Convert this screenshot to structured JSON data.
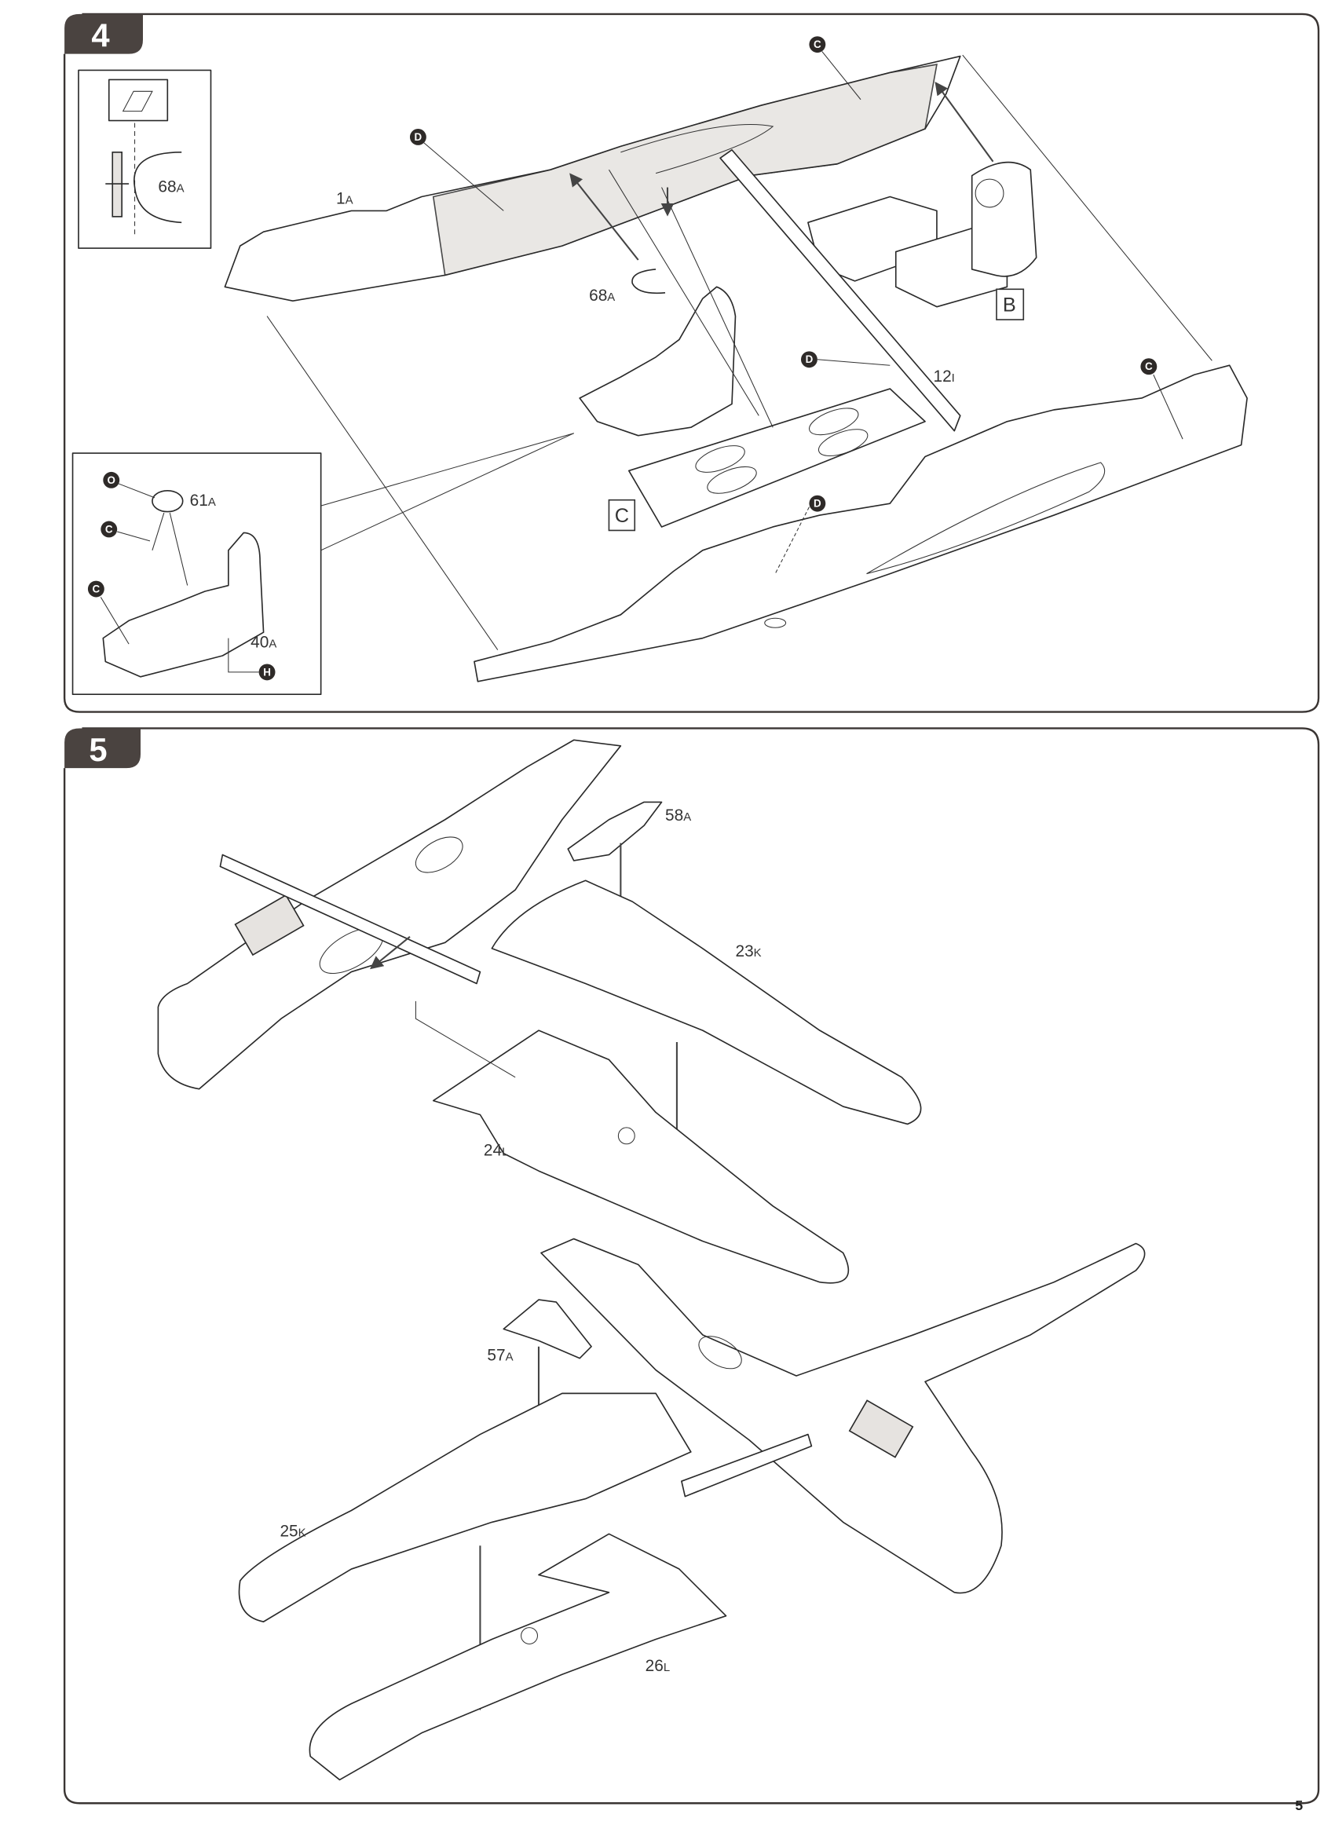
{
  "page_number": "5",
  "steps": [
    {
      "number": "4",
      "labels": {
        "part_1": "1",
        "part_1_sub": "A",
        "part_68_inset": "68",
        "part_68_inset_sub": "A",
        "part_68": "68",
        "part_68_sub": "A",
        "part_12": "12",
        "part_12_sub": "I",
        "subassembly_b": "B",
        "subassembly_c": "C",
        "part_61": "61",
        "part_61_sub": "A",
        "part_40": "40",
        "part_40_sub": "A"
      },
      "paint_callouts": [
        "D",
        "C",
        "D",
        "C",
        "D",
        "O",
        "C",
        "C",
        "H"
      ]
    },
    {
      "number": "5",
      "labels": {
        "part_58": "58",
        "part_58_sub": "A",
        "part_23": "23",
        "part_23_sub": "K",
        "part_24": "24",
        "part_24_sub": "L",
        "part_57": "57",
        "part_57_sub": "A",
        "part_25": "25",
        "part_25_sub": "K",
        "part_26": "26",
        "part_26_sub": "L"
      }
    }
  ]
}
